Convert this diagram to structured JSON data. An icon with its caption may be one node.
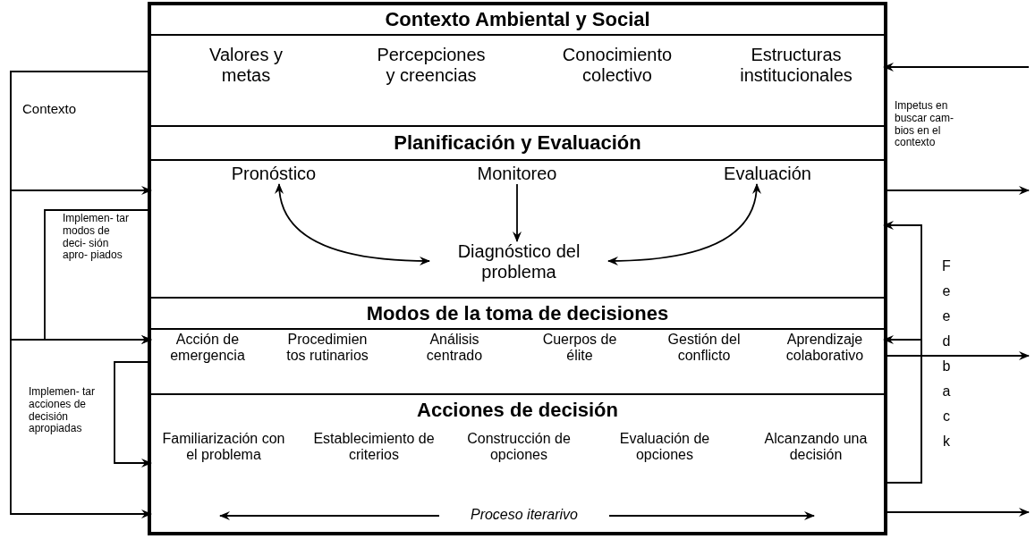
{
  "diagram": {
    "nodes": [
      {
        "text": [],
        "shape": "box"
      },
      {
        "text": [
          "Contexto Ambiental y Social"
        ],
        "in": 0
      },
      {
        "text": [
          "Valores y metas"
        ],
        "in": 1
      },
      {
        "text": [
          "Percepciones y creencias"
        ],
        "in": 1
      },
      {
        "text": [
          "Conocimiento colectivo"
        ],
        "in": 1
      },
      {
        "text": [
          "Estructuras institucionales"
        ],
        "in": 1
      },
      {
        "text": [
          "Planificación y Evaluación"
        ],
        "in": 0
      },
      {
        "text": [
          "Pronóstico"
        ],
        "in": 6
      },
      {
        "text": [
          "Monitoreo"
        ],
        "in": 6
      },
      {
        "text": [
          "Evaluación"
        ],
        "in": 6
      },
      {
        "text": [
          "Diagnóstico del problema"
        ],
        "in": 6
      },
      {
        "text": [
          "Modos de la toma de decisiones"
        ],
        "in": 0
      },
      {
        "text": [
          "Acción de emergencia"
        ],
        "in": 11
      },
      {
        "text": [
          "Procedimien tos rutinarios"
        ],
        "in": 11
      },
      {
        "text": [
          "Análisis centrado"
        ],
        "in": 11
      },
      {
        "text": [
          "Cuerpos de élite"
        ],
        "in": 11
      },
      {
        "text": [
          "Gestión del conflicto"
        ],
        "in": 11
      },
      {
        "text": [
          "Aprendizaje colaborativo"
        ],
        "in": 11
      },
      {
        "text": [
          "Acciones de decisión"
        ],
        "in": 0
      },
      {
        "text": [
          "Familiarización con el problema"
        ],
        "in": 18
      },
      {
        "text": [
          "Establecimiento de criterios"
        ],
        "in": 18
      },
      {
        "text": [
          "Construcción de opciones"
        ],
        "in": 18
      },
      {
        "text": [
          "Evaluación de opciones"
        ],
        "in": 18
      },
      {
        "text": [
          "Alcanzando una decisión"
        ],
        "in": 18
      }
    ],
    "edges": [
      {
        "from": 1,
        "to": 6,
        "arrow": "to",
        "label": "Contexto"
      },
      {
        "from": 1,
        "to": 11,
        "arrow": "to"
      },
      {
        "from": 1,
        "to": 18,
        "arrow": "to"
      },
      {
        "from": 6,
        "to": 11,
        "arrow": "to",
        "label": "Implemen- tar modos de deci- sión apro- piados"
      },
      {
        "from": 11,
        "to": 18,
        "arrow": "to",
        "label": "Implemen- tar acciones de decisión apropiadas"
      },
      {
        "from": null,
        "to": 1,
        "arrow": "to",
        "label": "Impetus en buscar cam- bios en el contexto"
      },
      {
        "from": 6,
        "to": null,
        "arrow": "to"
      },
      {
        "from": 11,
        "to": null,
        "arrow": "to"
      },
      {
        "from": 18,
        "to": null,
        "arrow": "to"
      },
      {
        "from": 18,
        "to": 6,
        "arrow": "to",
        "label": "F e e d b a c k"
      },
      {
        "from": 18,
        "to": 11,
        "arrow": "to"
      },
      {
        "from": 7,
        "to": 10,
        "arrow": "both"
      },
      {
        "from": 8,
        "to": 10,
        "arrow": "to"
      },
      {
        "from": 9,
        "to": 10,
        "arrow": "both"
      }
    ],
    "labels": [
      "Proceso iterarivo"
    ]
  }
}
